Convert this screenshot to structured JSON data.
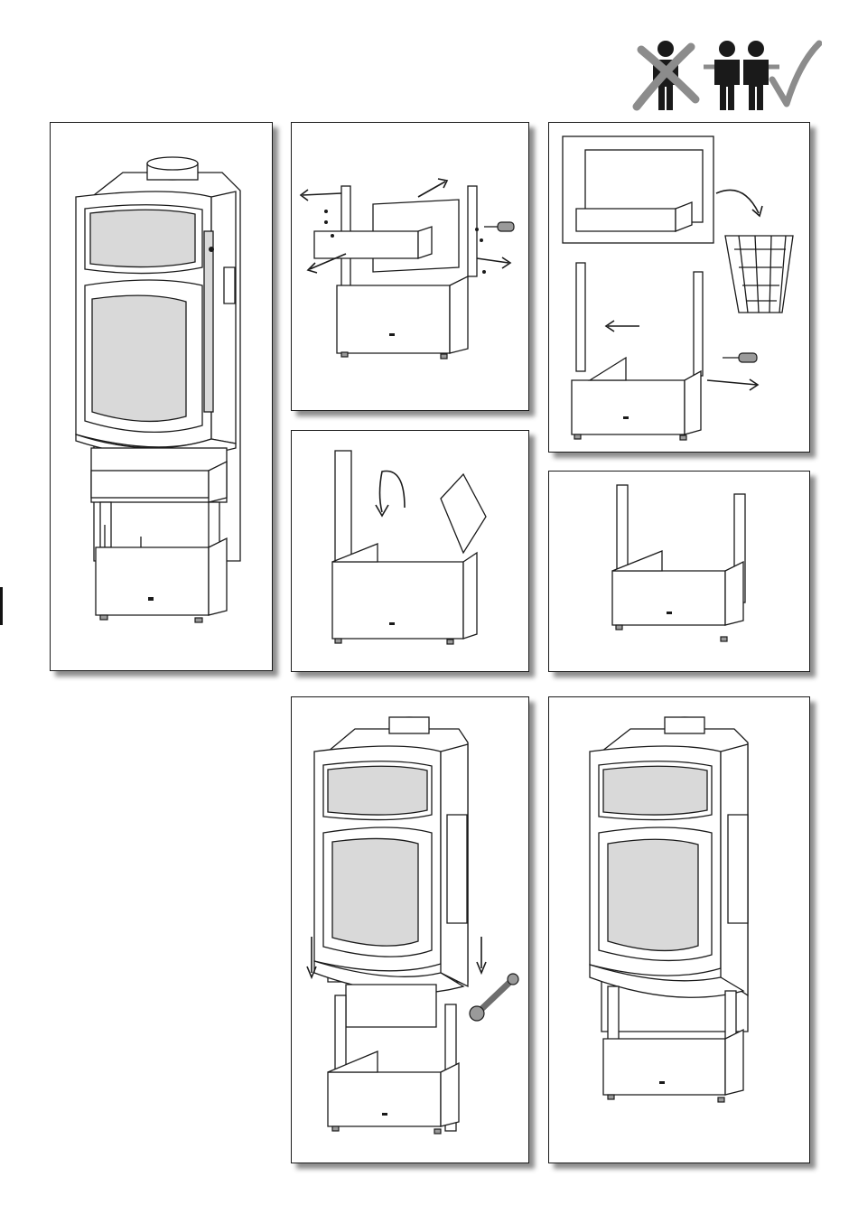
{
  "document": {
    "kind": "assembly-instruction-page",
    "header_pictogram": {
      "icons": [
        "single-person-crossed-icon",
        "two-persons-icon",
        "checkmark-icon"
      ],
      "colors": {
        "person": "#1a1a1a",
        "cross": "#8c8c8c",
        "check": "#8c8c8c"
      }
    },
    "steps": [
      {
        "id": "step-1",
        "illustration": "stove-on-pedestal-assembled"
      },
      {
        "id": "step-2",
        "illustration": "remove-transport-brackets",
        "icons": [
          "screwdriver-icon",
          "screw-icon",
          "arrow-icon"
        ]
      },
      {
        "id": "step-3",
        "illustration": "discard-brackets-remove-side-panel",
        "icons": [
          "waste-basket-icon",
          "screwdriver-icon",
          "arrow-icon"
        ]
      },
      {
        "id": "step-4",
        "illustration": "rotate-side-panel",
        "icons": [
          "rotate-arrow-icon"
        ]
      },
      {
        "id": "step-5",
        "illustration": "pedestal-panels-reinstalled"
      },
      {
        "id": "step-6",
        "illustration": "lower-stove-onto-pedestal",
        "icons": [
          "wrench-icon",
          "arrow-down-icon"
        ]
      },
      {
        "id": "step-7",
        "illustration": "stove-installed-on-pedestal"
      }
    ],
    "colors": {
      "line": "#1a1a1a",
      "fill_light": "#d9d9d9",
      "fill_mid": "#9a9a9a",
      "background": "#ffffff"
    }
  }
}
